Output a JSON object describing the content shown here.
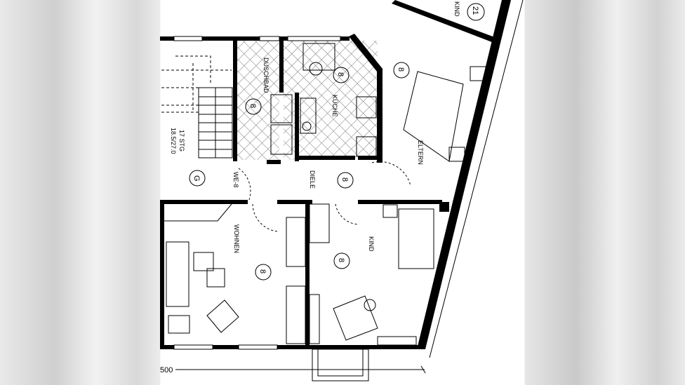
{
  "plan": {
    "rooms": {
      "bath": "DUSCHBAD",
      "kitchen": "KÜCHE",
      "parents": "ELTERN",
      "child_top": "KIND",
      "hall": "DIELE",
      "living": "WOHNEN",
      "child": "KIND",
      "unit": "WE-8"
    },
    "stair_label": "17 STG",
    "stair_ratio": "18.5/27.0",
    "markers": {
      "stair": "G",
      "bath": "8",
      "kitchen": "8",
      "parents": "8",
      "hall": "8",
      "living": "8",
      "child": "8",
      "child_top": "21"
    },
    "dimension": "500"
  }
}
